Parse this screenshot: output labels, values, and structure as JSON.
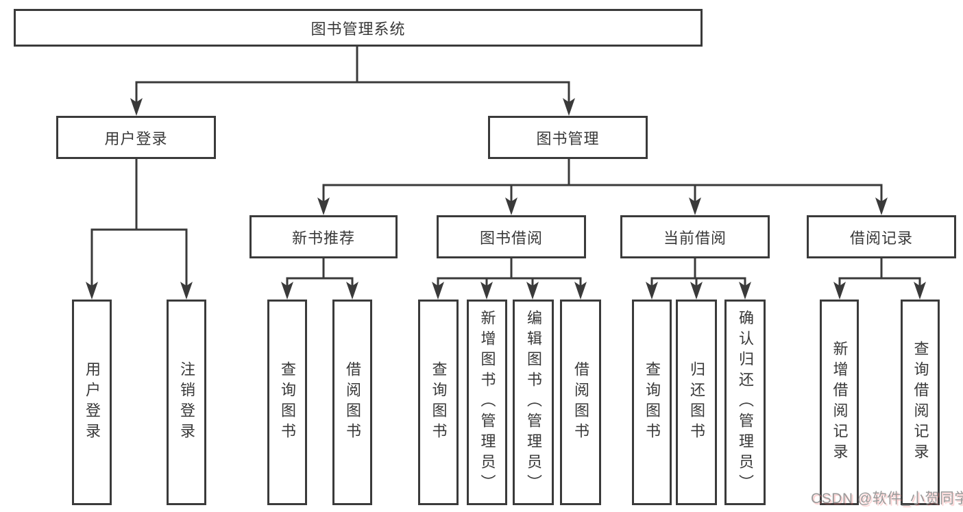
{
  "diagram": {
    "title": "图书管理系统",
    "level2": {
      "user_login": "用户登录",
      "book_mgmt": "图书管理"
    },
    "level3": {
      "new_books": "新书推荐",
      "book_borrow": "图书借阅",
      "current_borrow": "当前借阅",
      "borrow_records": "借阅记录"
    },
    "leaves": {
      "user_login": {
        "login": "用户登录",
        "logout": "注销登录"
      },
      "new_books": {
        "query": "查询图书",
        "borrow": "借阅图书"
      },
      "book_borrow": {
        "query": "查询图书",
        "add": "新增图书（管理员）",
        "edit": "编辑图书（管理员）",
        "borrow": "借阅图书"
      },
      "current_borrow": {
        "query": "查询图书",
        "return": "归还图书",
        "confirm": "确认归还（管理员）"
      },
      "borrow_records": {
        "add": "新增借阅记录",
        "query": "查询借阅记录"
      }
    },
    "colors": {
      "line": "#3a3a3a",
      "text": "#383838",
      "watermark_gray": "#9a9a9a"
    }
  },
  "watermark": "CSDN @软件_小贺同学"
}
